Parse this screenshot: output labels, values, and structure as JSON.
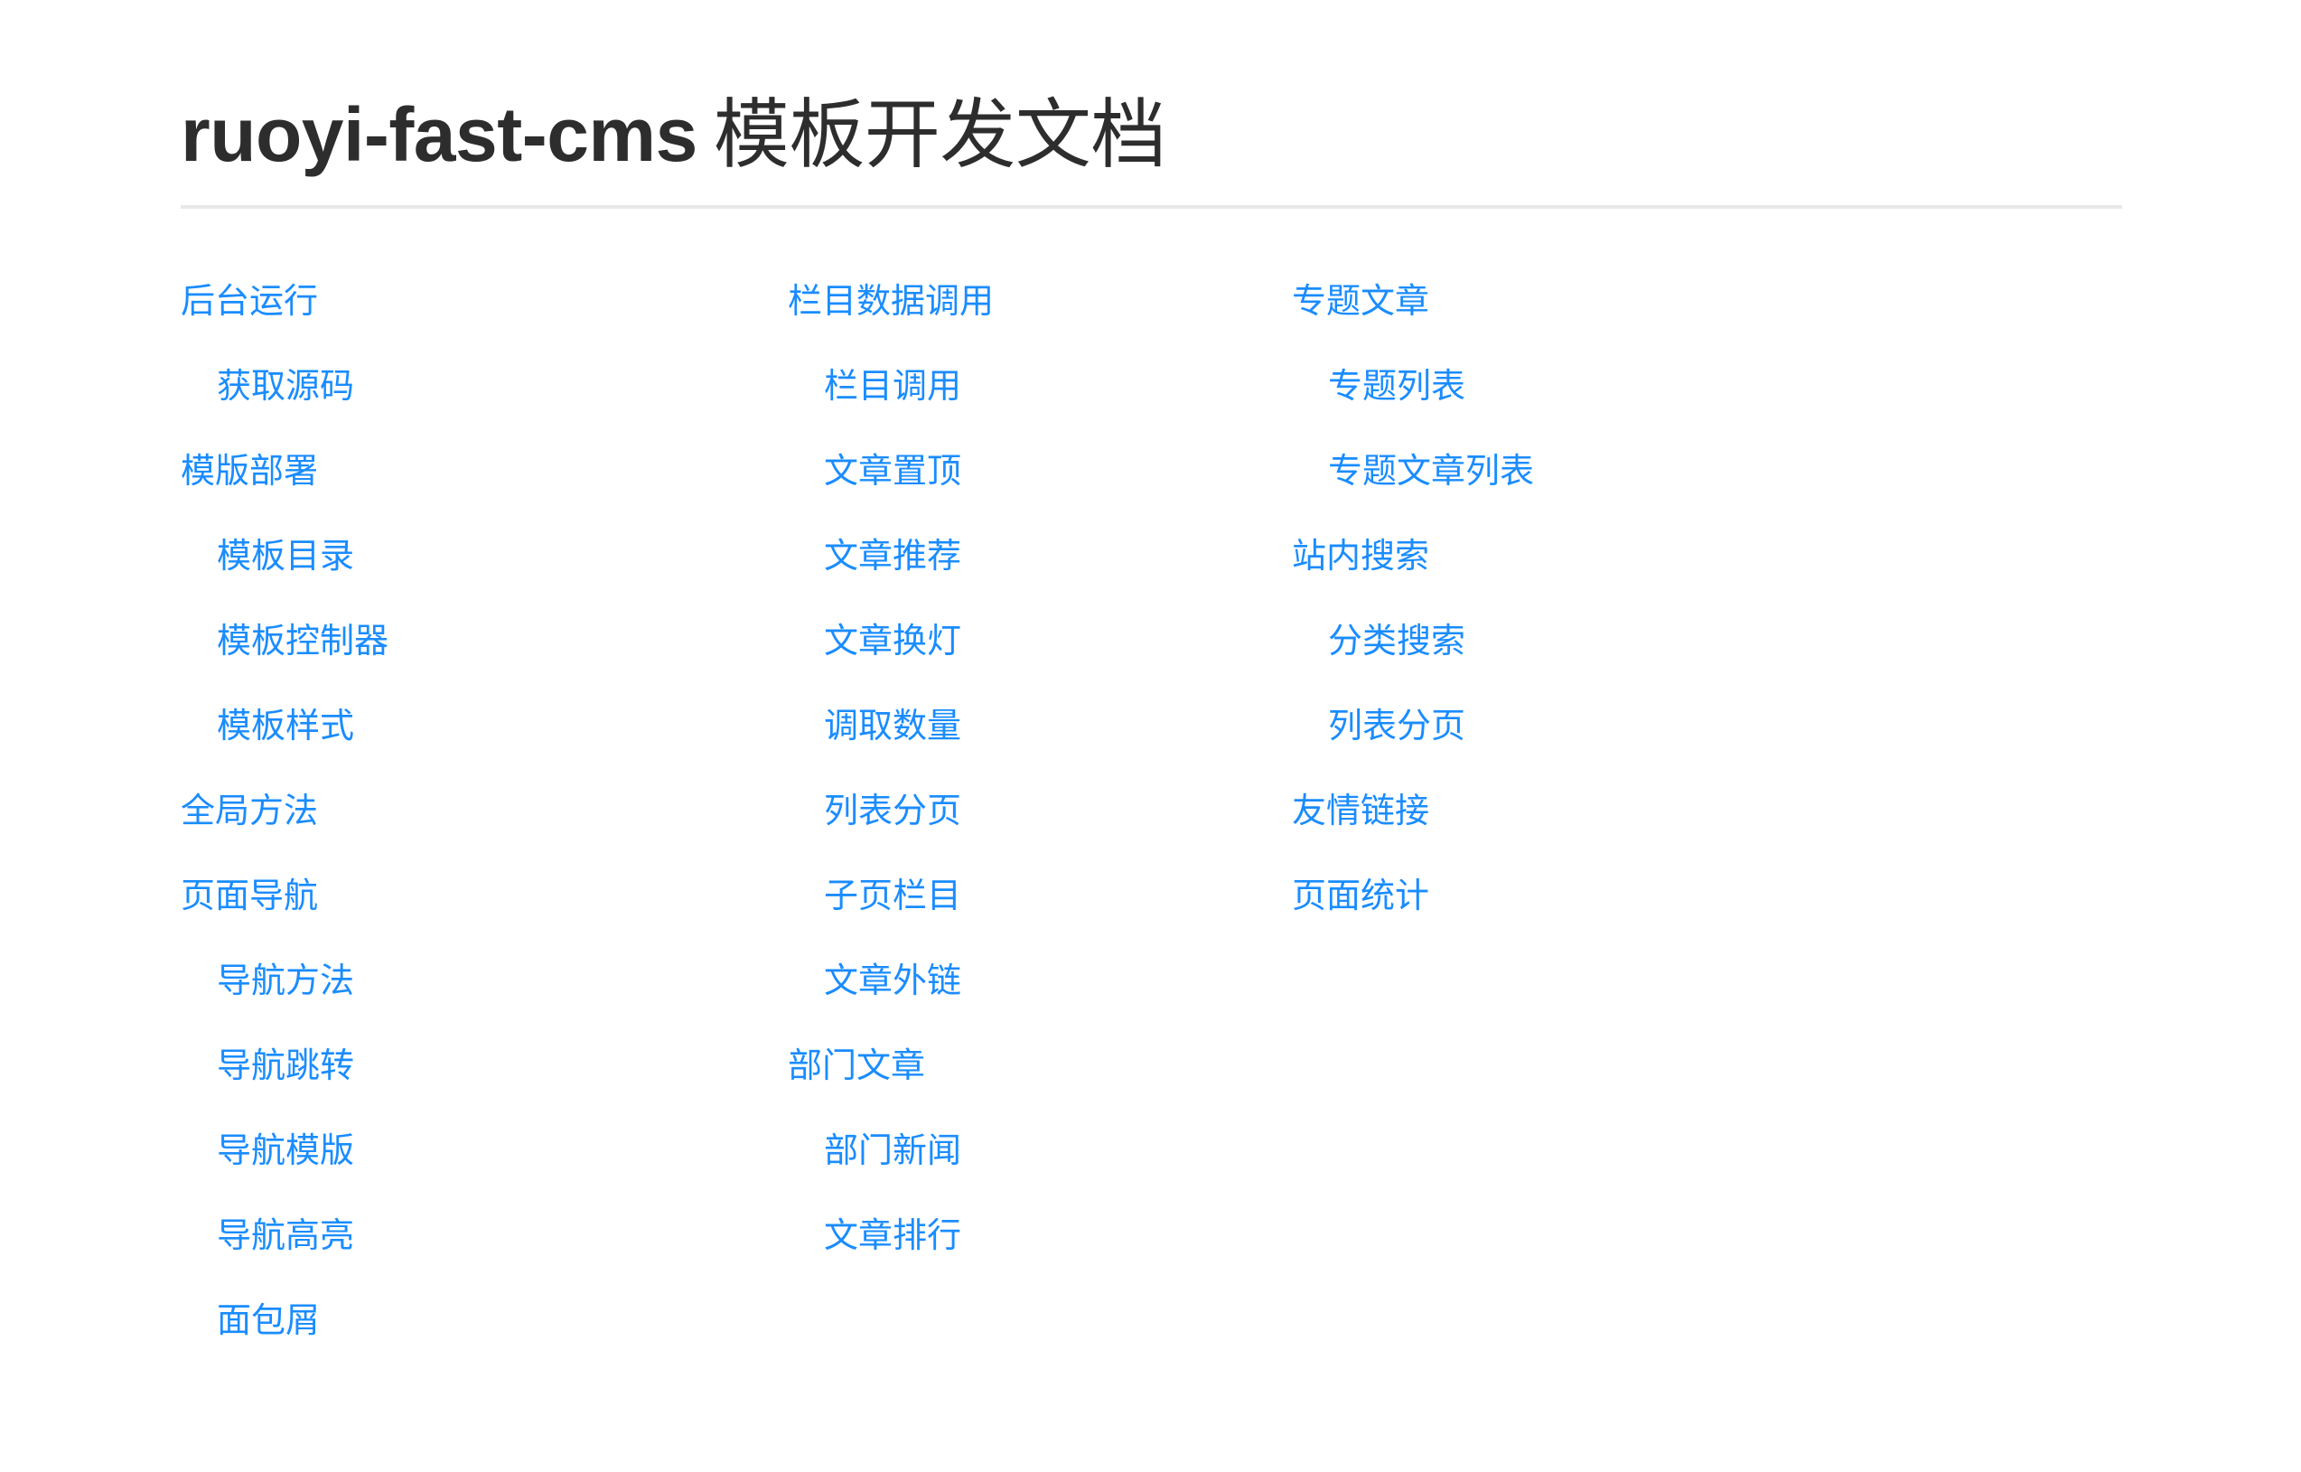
{
  "header": {
    "title_main": "ruoyi-fast-cms",
    "title_sub": "模板开发文档",
    "title_color": "#2d2d2d",
    "rule_color": "#e8e8e8"
  },
  "theme": {
    "link_color": "#1a8cff",
    "background": "#ffffff"
  },
  "toc": {
    "columns": [
      {
        "items": [
          {
            "label": "后台运行",
            "level": 1
          },
          {
            "label": "获取源码",
            "level": 2
          },
          {
            "label": "模版部署",
            "level": 1
          },
          {
            "label": "模板目录",
            "level": 2
          },
          {
            "label": "模板控制器",
            "level": 2
          },
          {
            "label": "模板样式",
            "level": 2
          },
          {
            "label": "全局方法",
            "level": 1
          },
          {
            "label": "页面导航",
            "level": 1
          },
          {
            "label": "导航方法",
            "level": 2
          },
          {
            "label": "导航跳转",
            "level": 2
          },
          {
            "label": "导航模版",
            "level": 2
          },
          {
            "label": "导航高亮",
            "level": 2
          },
          {
            "label": "面包屑",
            "level": 2
          }
        ]
      },
      {
        "items": [
          {
            "label": "栏目数据调用",
            "level": 1
          },
          {
            "label": "栏目调用",
            "level": 2
          },
          {
            "label": "文章置顶",
            "level": 2
          },
          {
            "label": "文章推荐",
            "level": 2
          },
          {
            "label": "文章换灯",
            "level": 2
          },
          {
            "label": "调取数量",
            "level": 2
          },
          {
            "label": "列表分页",
            "level": 2
          },
          {
            "label": "子页栏目",
            "level": 2
          },
          {
            "label": "文章外链",
            "level": 2
          },
          {
            "label": "部门文章",
            "level": 1
          },
          {
            "label": "部门新闻",
            "level": 2
          },
          {
            "label": "文章排行",
            "level": 2
          }
        ]
      },
      {
        "items": [
          {
            "label": "专题文章",
            "level": 1
          },
          {
            "label": "专题列表",
            "level": 2
          },
          {
            "label": "专题文章列表",
            "level": 2
          },
          {
            "label": "站内搜索",
            "level": 1
          },
          {
            "label": "分类搜索",
            "level": 2
          },
          {
            "label": "列表分页",
            "level": 2
          },
          {
            "label": "友情链接",
            "level": 1
          },
          {
            "label": "页面统计",
            "level": 1
          }
        ]
      }
    ]
  }
}
